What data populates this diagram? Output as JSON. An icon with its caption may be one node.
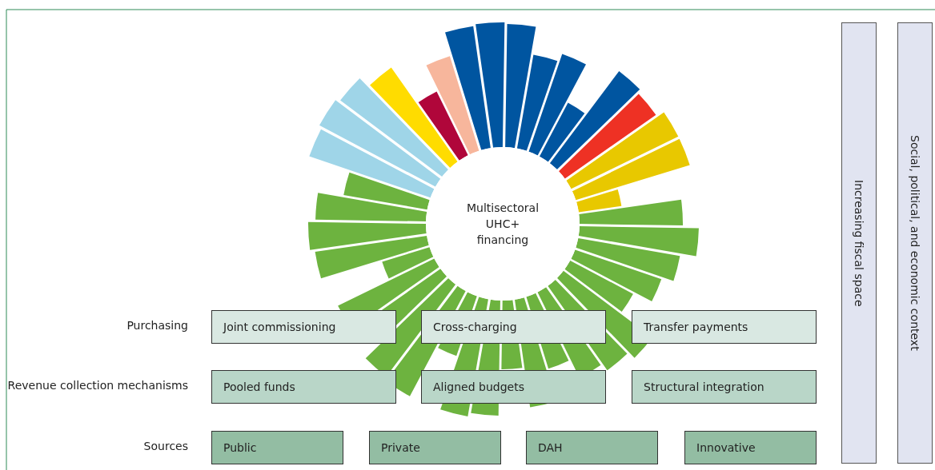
{
  "diagram": {
    "nodes": [
      {
        "text": [
          "Multisectoral UHC+ financing"
        ]
      },
      {
        "text": [
          "Joint commissioning"
        ]
      },
      {
        "text": [
          "Cross-charging"
        ]
      },
      {
        "text": [
          "Transfer payments"
        ]
      },
      {
        "text": [
          "Pooled funds"
        ]
      },
      {
        "text": [
          "Aligned budgets"
        ]
      },
      {
        "text": [
          "Structural integration"
        ]
      },
      {
        "text": [
          "Public"
        ]
      },
      {
        "text": [
          "Private"
        ]
      },
      {
        "text": [
          "DAH"
        ]
      },
      {
        "text": [
          "Innovative"
        ]
      },
      {
        "text": [
          "Increasing fiscal space"
        ]
      },
      {
        "text": [
          "Social, political, and economic context"
        ]
      }
    ],
    "labels": [
      "Purchasing",
      "Revenue collection mechanisms",
      "Sources"
    ]
  }
}
